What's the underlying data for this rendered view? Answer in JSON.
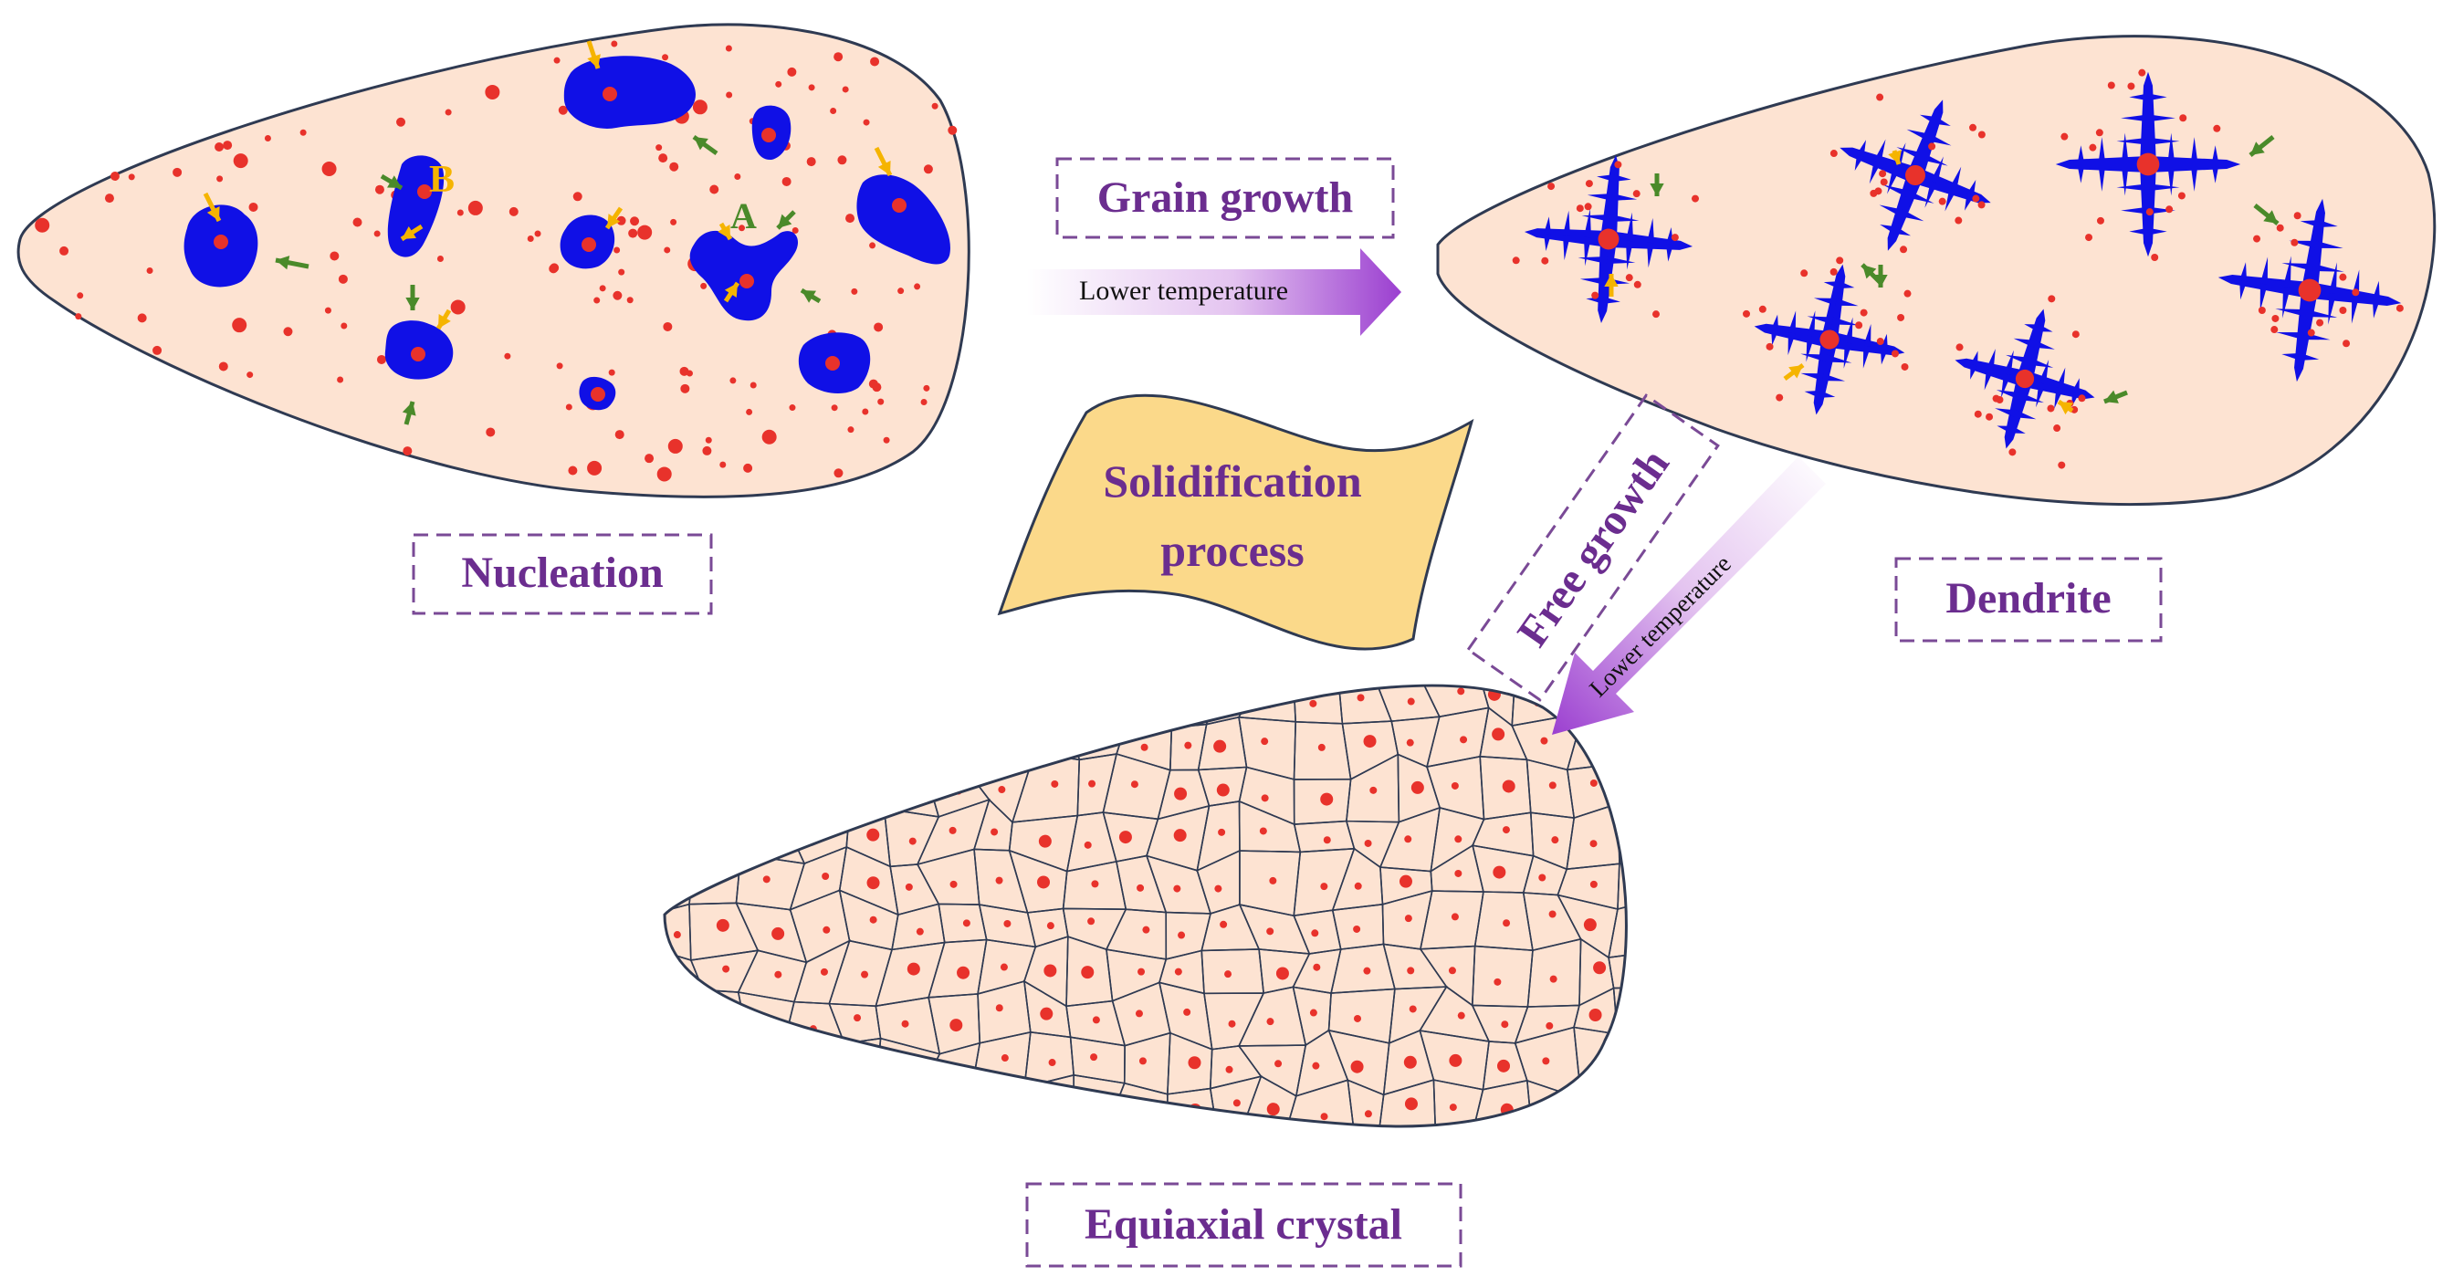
{
  "stages": {
    "nucleation": {
      "label": "Nucleation"
    },
    "dendrite": {
      "label": "Dendrite"
    },
    "equiaxial": {
      "label": "Equiaxial crystal"
    }
  },
  "transitions": {
    "grain_growth": {
      "label": "Grain growth",
      "temperature_note": "Lower temperature"
    },
    "free_growth": {
      "label": "Free growth",
      "temperature_note": "Lower temperature"
    }
  },
  "center_banner": {
    "line1": "Solidification",
    "line2": "process"
  },
  "grain_labels": {
    "a": "A",
    "b": "B"
  },
  "colors": {
    "droplet_fill": "#fde3d2",
    "outline": "#2f3a52",
    "nucleus": "#e8322b",
    "grain": "#1010e6",
    "label_purple": "#6b2d8f",
    "banner_fill": "#fbd98a",
    "orange_arrow": "#f5b400",
    "green_arrow": "#4a8a2a"
  }
}
